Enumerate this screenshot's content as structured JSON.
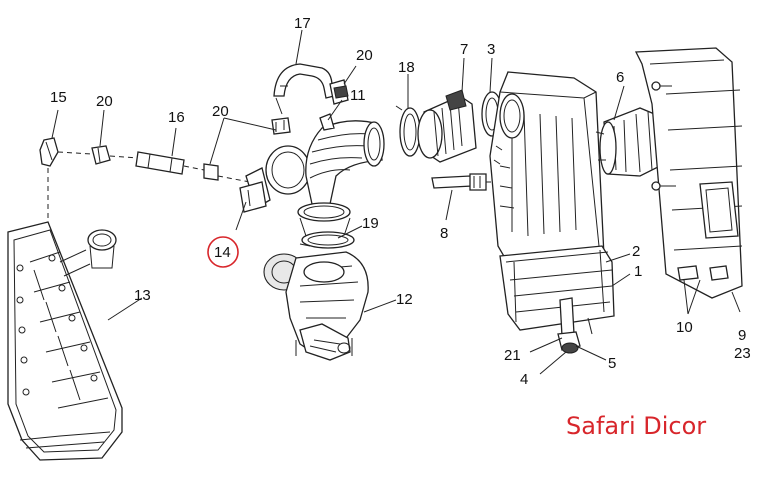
{
  "callouts": [
    {
      "id": "17",
      "text": "17"
    },
    {
      "id": "20a",
      "text": "20"
    },
    {
      "id": "7",
      "text": "7"
    },
    {
      "id": "3",
      "text": "3"
    },
    {
      "id": "18",
      "text": "18"
    },
    {
      "id": "11",
      "text": "11"
    },
    {
      "id": "15",
      "text": "15"
    },
    {
      "id": "20b",
      "text": "20"
    },
    {
      "id": "16",
      "text": "16"
    },
    {
      "id": "20c",
      "text": "20"
    },
    {
      "id": "6",
      "text": "6"
    },
    {
      "id": "14",
      "text": "14",
      "highlighted": true
    },
    {
      "id": "19",
      "text": "19"
    },
    {
      "id": "8",
      "text": "8"
    },
    {
      "id": "2",
      "text": "2"
    },
    {
      "id": "1",
      "text": "1"
    },
    {
      "id": "13",
      "text": "13"
    },
    {
      "id": "12",
      "text": "12"
    },
    {
      "id": "10",
      "text": "10"
    },
    {
      "id": "9",
      "text": "9"
    },
    {
      "id": "21",
      "text": "21"
    },
    {
      "id": "5",
      "text": "5"
    },
    {
      "id": "23",
      "text": "23"
    },
    {
      "id": "4",
      "text": "4"
    }
  ],
  "watermark": "Safari Dicor",
  "colors": {
    "highlight_circle": "#d8262b",
    "watermark": "#d8262b",
    "line": "#222222"
  }
}
